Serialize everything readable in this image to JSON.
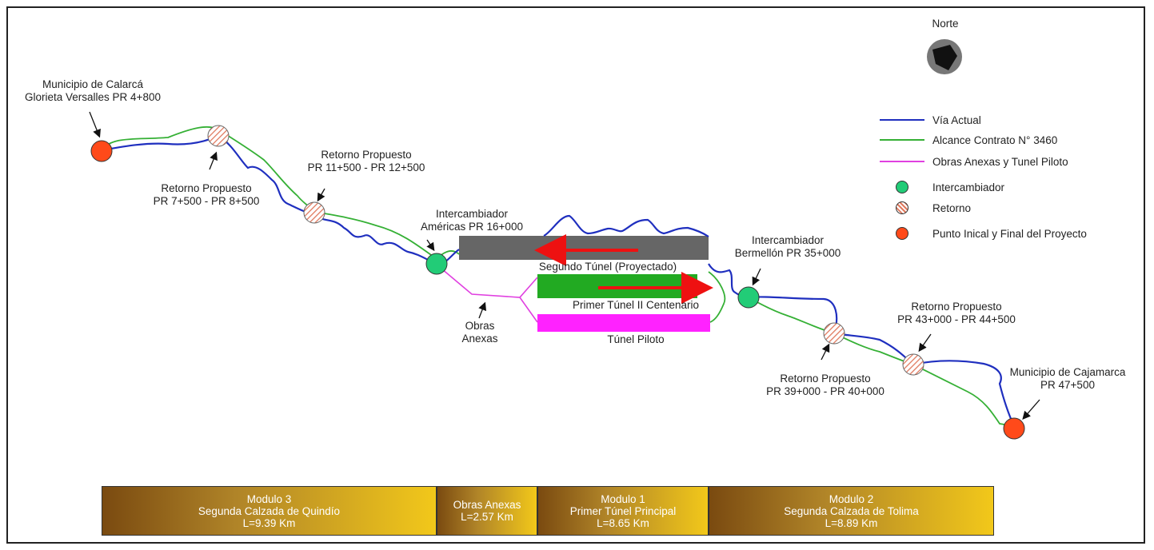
{
  "north": {
    "label": "Norte"
  },
  "labels": {
    "calarca": [
      "Municipio de Calarcá",
      "Glorieta Versalles PR 4+800"
    ],
    "retorno_1": [
      "Retorno Propuesto",
      "PR 7+500 - PR 8+500"
    ],
    "retorno_2": [
      "Retorno Propuesto",
      "PR 11+500 - PR 12+500"
    ],
    "americas": [
      "Intercambiador",
      "Américas PR 16+000"
    ],
    "obras": [
      "Obras",
      "Anexas"
    ],
    "segundo_tunel": "Segundo Túnel  (Proyectado)",
    "primer_tunel": "Primer Túnel II Centenario",
    "tunel_piloto": "Túnel Piloto",
    "bermellon": [
      "Intercambiador",
      "Bermellón PR 35+000"
    ],
    "retorno_3": [
      "Retorno Propuesto",
      "PR 39+000 - PR 40+000"
    ],
    "retorno_4": [
      "Retorno Propuesto",
      "PR 43+000 - PR 44+500"
    ],
    "cajamarca": [
      "Municipio de Cajamarca",
      "PR 47+500"
    ]
  },
  "legend": [
    {
      "type": "line",
      "color": "#1f2fbf",
      "label": "Vía Actual"
    },
    {
      "type": "line",
      "color": "#35b035",
      "label": "Alcance Contrato N° 3460"
    },
    {
      "type": "line",
      "color": "#e040e0",
      "label": "Obras Anexas y Tunel Piloto"
    },
    {
      "type": "dot",
      "color": "#22cc77",
      "label": "Intercambiador"
    },
    {
      "type": "hatch",
      "color": "#e8a090",
      "label": "Retorno"
    },
    {
      "type": "dot",
      "color": "#ff4a1a",
      "label": "Punto Inical y Final del Proyecto"
    }
  ],
  "modules": [
    {
      "lines": [
        "Modulo 3",
        "Segunda Calzada de Quindío",
        "L=9.39 Km"
      ]
    },
    {
      "lines": [
        "Obras Anexas",
        "L=2.57 Km"
      ]
    },
    {
      "lines": [
        "Modulo 1",
        "Primer Túnel Principal",
        "L=8.65 Km"
      ]
    },
    {
      "lines": [
        "Modulo 2",
        "Segunda Calzada de Tolima",
        "L=8.89 Km"
      ]
    }
  ],
  "colors": {
    "via_actual": "#1f2fbf",
    "alcance": "#35b035",
    "obras": "#e040e0",
    "intercambiador": "#22cc77",
    "punto": "#ff4a1a",
    "retorno": "#e8a090",
    "segundo_tunel": "#666666",
    "primer_tunel": "#22aa22",
    "tunel_piloto": "#ff22ff",
    "arrow": "#ee1111"
  }
}
